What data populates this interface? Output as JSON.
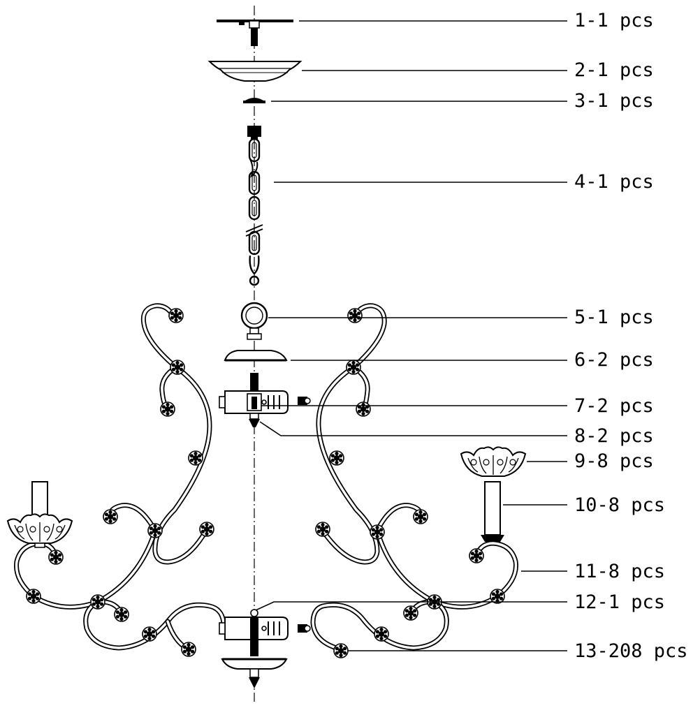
{
  "diagram": {
    "colors": {
      "line": "#000000",
      "fill": "#000000",
      "background": "#ffffff"
    },
    "parts": [
      {
        "id": "1",
        "label": "1-1 pcs"
      },
      {
        "id": "2",
        "label": "2-1 pcs"
      },
      {
        "id": "3",
        "label": "3-1 pcs"
      },
      {
        "id": "4",
        "label": "4-1 pcs"
      },
      {
        "id": "5",
        "label": "5-1 pcs"
      },
      {
        "id": "6",
        "label": "6-2 pcs"
      },
      {
        "id": "7",
        "label": "7-2 pcs"
      },
      {
        "id": "8",
        "label": "8-2 pcs"
      },
      {
        "id": "9",
        "label": "9-8 pcs"
      },
      {
        "id": "10",
        "label": "10-8 pcs"
      },
      {
        "id": "11",
        "label": "11-8 pcs"
      },
      {
        "id": "12",
        "label": "12-1 pcs"
      },
      {
        "id": "13",
        "label": "13-208 pcs"
      }
    ]
  }
}
